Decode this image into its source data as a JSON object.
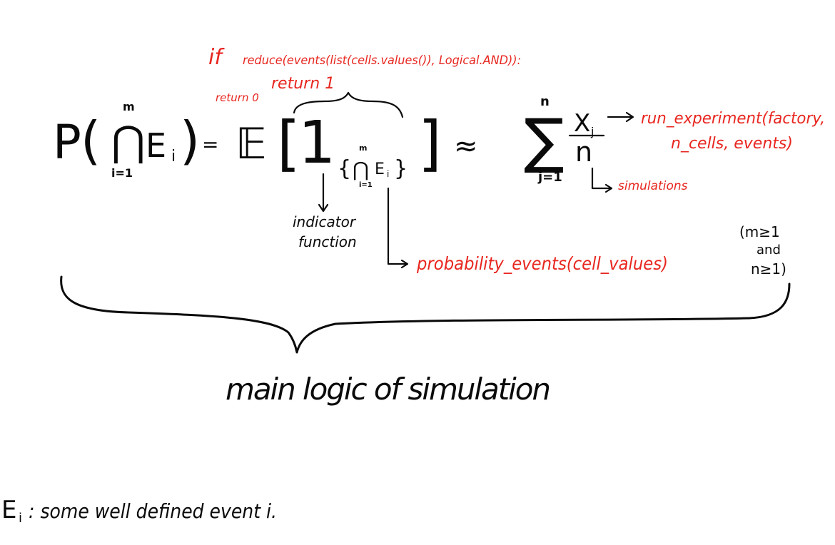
{
  "colors": {
    "ink": "#0a0a0a",
    "annotation": "#e8261f",
    "background": "#ffffff"
  },
  "formula": {
    "P": "P",
    "open_paren": "(",
    "close_paren": ")",
    "intersection_symbol": "⋂",
    "intersection_upper": "m",
    "intersection_lower": "i=1",
    "E": "E",
    "E_sub": "i",
    "equals": "=",
    "expectation": "𝔼",
    "open_bracket": "[",
    "close_bracket": "]",
    "indicator": "1",
    "subscript_open": "{",
    "subscript_close": "}",
    "approx": "≈",
    "sum_symbol": "∑",
    "sum_upper": "n",
    "sum_lower": "j=1",
    "numerator": "X",
    "numerator_sub": "j",
    "denominator": "n"
  },
  "annotations": {
    "code_if": "if",
    "code_line": "reduce(events(list(cells.values()), Logical.AND)):",
    "return_one": "return 1",
    "return_zero": "return 0",
    "run_experiment_line1": "run_experiment(factory,",
    "run_experiment_line2": "n_cells, events)",
    "simulations": "simulations",
    "probability_events": "probability_events(cell_values)"
  },
  "labels": {
    "indicator_line1": "indicator",
    "indicator_line2": "function",
    "cond_line1": "(m≥1",
    "cond_line2": "and",
    "cond_line3": "n≥1)",
    "main_logic": "main logic of simulation",
    "footnote_E": "E",
    "footnote_sub": "i",
    "footnote_text": ": some well defined event i."
  }
}
